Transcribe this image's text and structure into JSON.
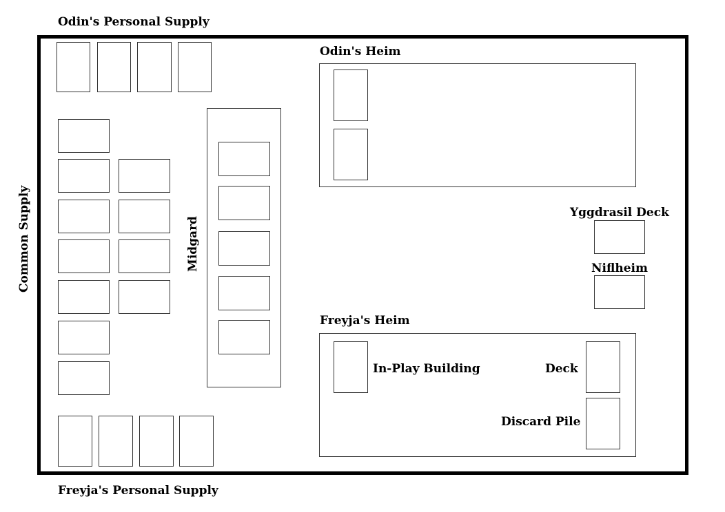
{
  "labels": {
    "odin_personal_supply": "Odin's Personal Supply",
    "freyja_personal_supply": "Freyja's Personal Supply",
    "common_supply": "Common Supply",
    "midgard": "Midgard",
    "odins_heim": "Odin's Heim",
    "freyjas_heim": "Freyja's Heim",
    "yggdrasil_deck": "Yggdrasil Deck",
    "niflheim": "Niflheim",
    "in_play_building": "In-Play Building",
    "deck": "Deck",
    "discard_pile": "Discard Pile"
  },
  "colors": {
    "board_border": "#000000",
    "slot_border": "#333333",
    "background": "#ffffff"
  }
}
